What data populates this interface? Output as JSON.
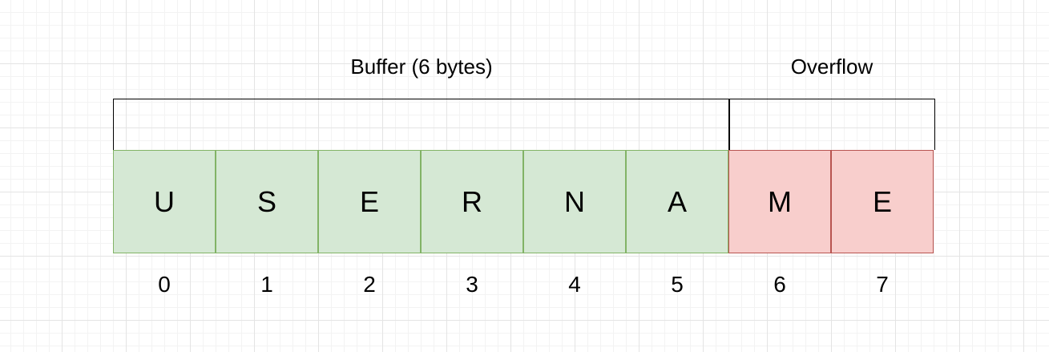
{
  "groups": {
    "buffer_label": "Buffer (6 bytes)",
    "overflow_label": "Overflow"
  },
  "cells": [
    {
      "char": "U",
      "index": "0",
      "region": "buffer"
    },
    {
      "char": "S",
      "index": "1",
      "region": "buffer"
    },
    {
      "char": "E",
      "index": "2",
      "region": "buffer"
    },
    {
      "char": "R",
      "index": "3",
      "region": "buffer"
    },
    {
      "char": "N",
      "index": "4",
      "region": "buffer"
    },
    {
      "char": "A",
      "index": "5",
      "region": "buffer"
    },
    {
      "char": "M",
      "index": "6",
      "region": "overflow"
    },
    {
      "char": "E",
      "index": "7",
      "region": "overflow"
    }
  ],
  "colors": {
    "buffer_fill": "#d5e8d4",
    "buffer_stroke": "#82b366",
    "overflow_fill": "#f8cecc",
    "overflow_stroke": "#b85450"
  }
}
